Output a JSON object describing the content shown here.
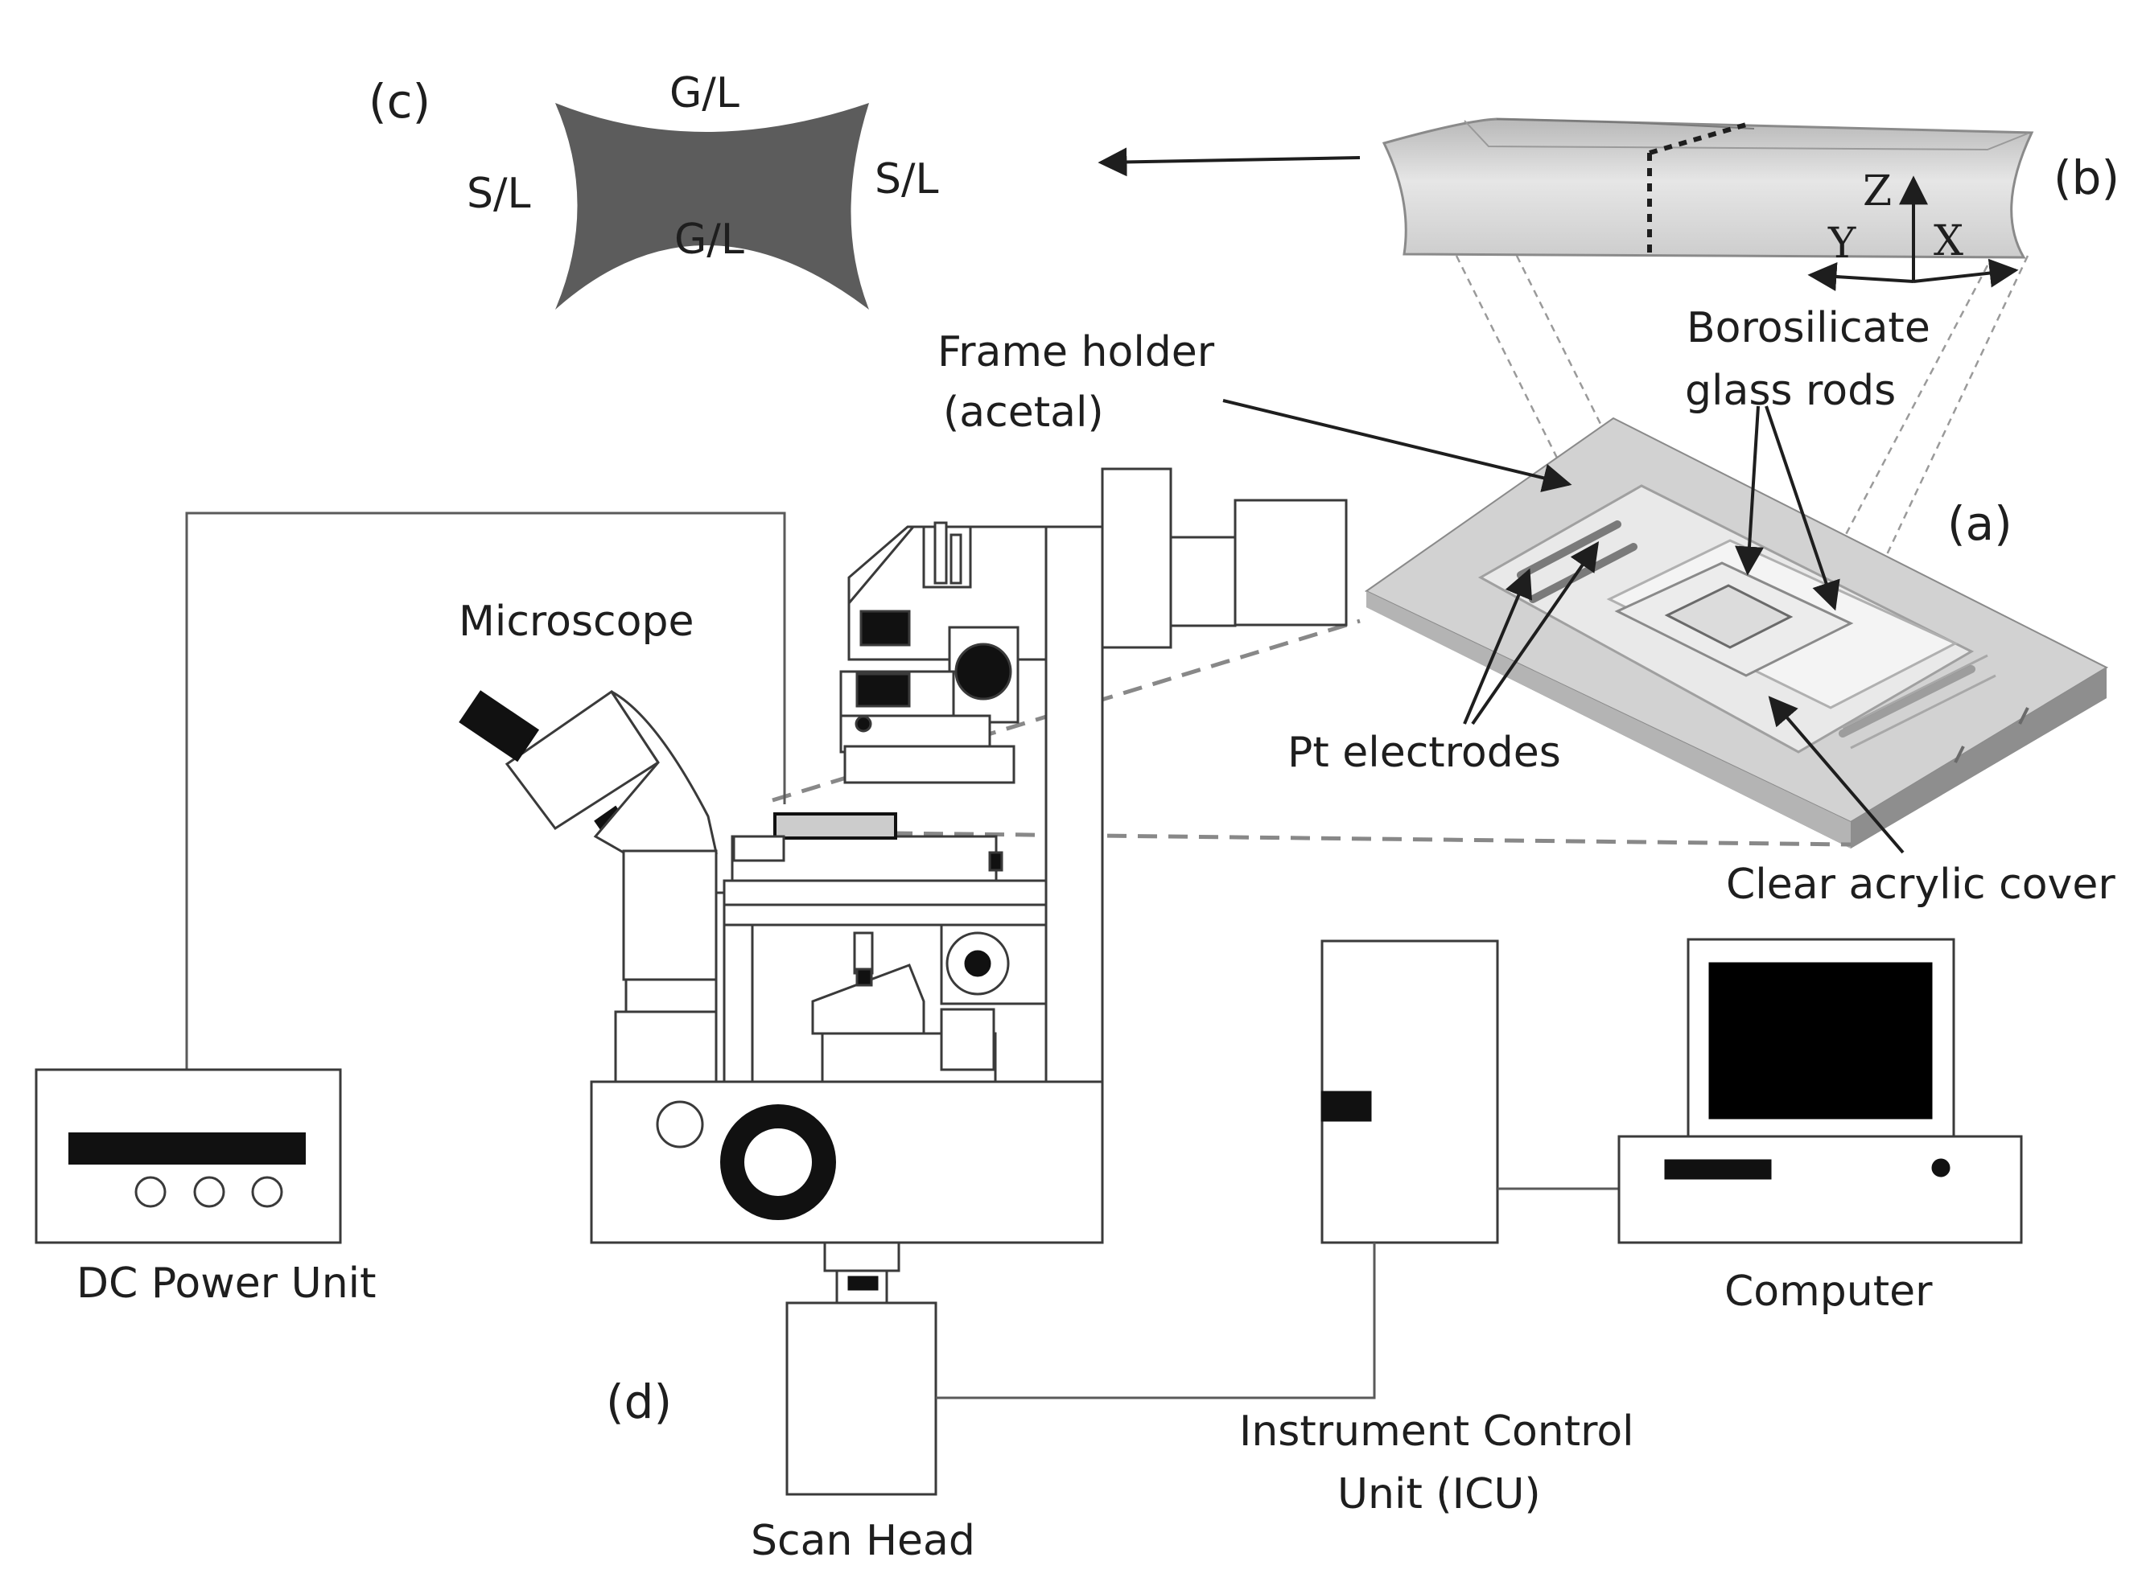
{
  "panels": {
    "a": "(a)",
    "b": "(b)",
    "c": "(c)",
    "d": "(d)"
  },
  "cross_section": {
    "top": "G/L",
    "bottom": "G/L",
    "left": "S/L",
    "right": "S/L"
  },
  "axes": {
    "z": "Z",
    "y": "Y",
    "x": "X"
  },
  "labels": {
    "frame_holder_line1": "Frame holder",
    "frame_holder_line2": "(acetal)",
    "glass_rods_line1": "Borosilicate",
    "glass_rods_line2": "glass rods",
    "pt_electrodes": "Pt electrodes",
    "acrylic_cover": "Clear acrylic cover",
    "microscope": "Microscope",
    "dc_power": "DC Power Unit",
    "computer": "Computer",
    "icu_line1": "Instrument Control",
    "icu_line2": "Unit (ICU)",
    "scan_head": "Scan Head"
  },
  "colors": {
    "ink": "#1e1e1e",
    "cross_section_fill": "#5c5c5c",
    "frame_fill": "#cfcfcf",
    "guide_line": "#9a9a9a"
  }
}
